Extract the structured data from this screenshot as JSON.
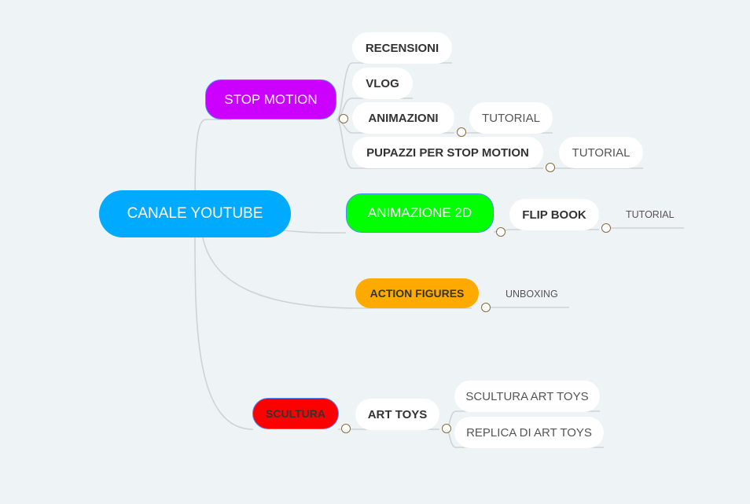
{
  "root": {
    "label": "CANALE YOUTUBE",
    "color": "#00aaff"
  },
  "branches": [
    {
      "label": "STOP MOTION",
      "color": "#cc00ff",
      "children": [
        {
          "label": "RECENSIONI"
        },
        {
          "label": "VLOG"
        },
        {
          "label": "ANIMAZIONI",
          "children": [
            {
              "label": "TUTORIAL"
            }
          ]
        },
        {
          "label": "PUPAZZI PER STOP MOTION",
          "children": [
            {
              "label": "TUTORIAL"
            }
          ]
        }
      ]
    },
    {
      "label": "ANIMAZIONE 2D",
      "color": "#00ff00",
      "children": [
        {
          "label": "FLIP BOOK",
          "children": [
            {
              "label": "TUTORIAL"
            }
          ]
        }
      ]
    },
    {
      "label": "ACTION FIGURES",
      "color": "#ffaa00",
      "children": [
        {
          "label": "UNBOXING"
        }
      ]
    },
    {
      "label": "SCULTURA",
      "color": "#ff0000",
      "children": [
        {
          "label": "ART TOYS",
          "children": [
            {
              "label": "SCULTURA ART TOYS"
            },
            {
              "label": "REPLICA DI ART TOYS"
            }
          ]
        }
      ]
    }
  ],
  "colors": {
    "connector": "#cdd3d6",
    "toggle_border": "#8a6a3a"
  }
}
